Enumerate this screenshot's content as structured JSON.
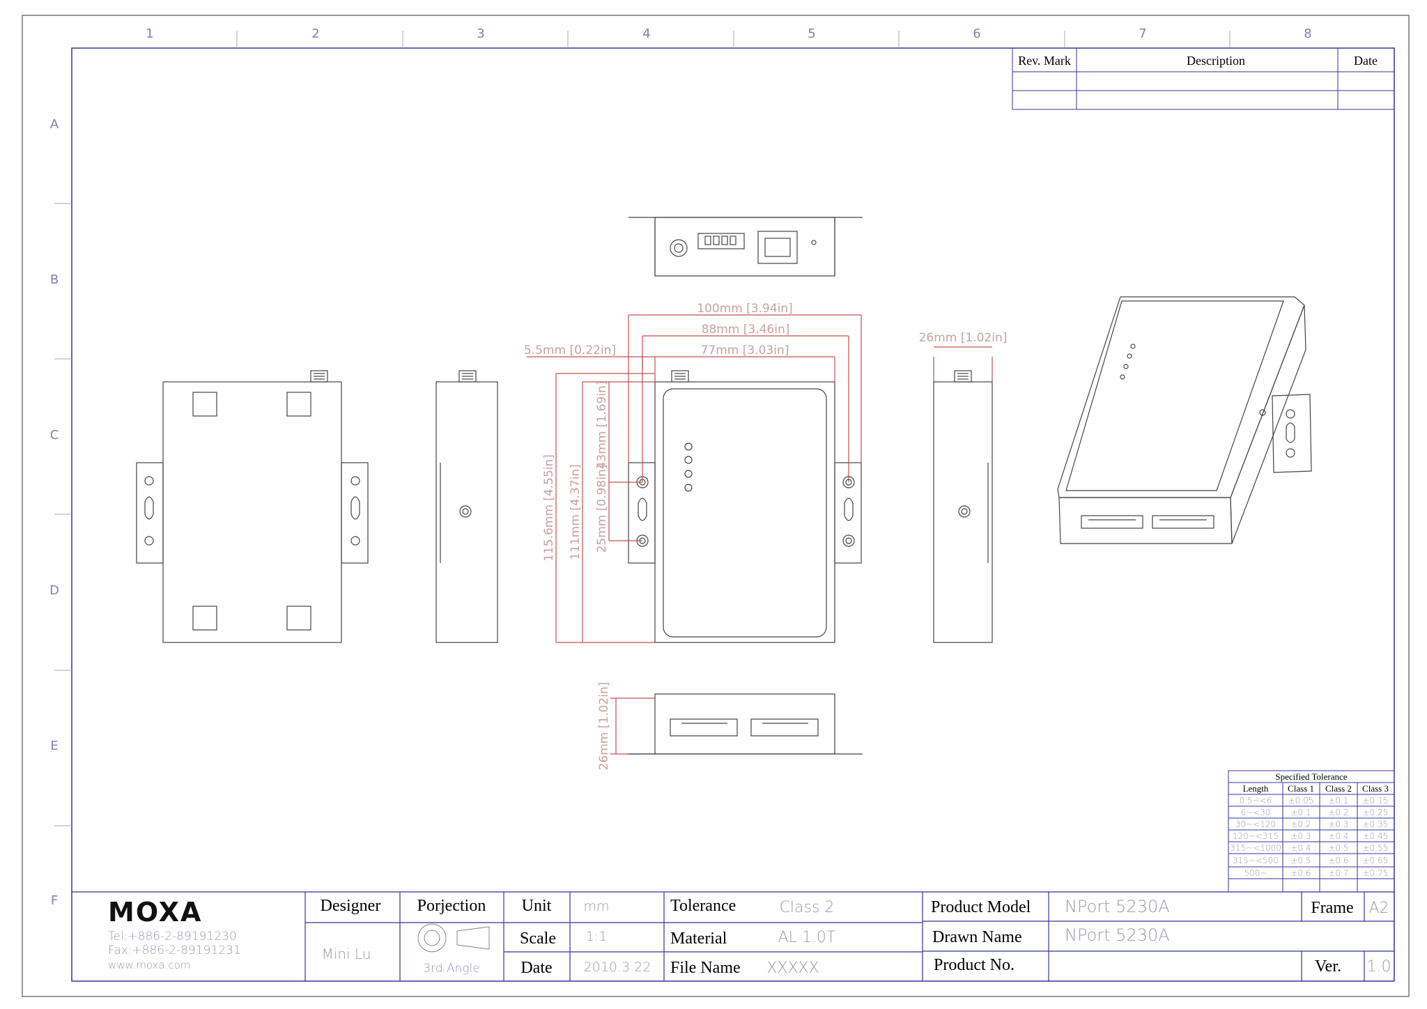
{
  "grid_columns": [
    "1",
    "2",
    "3",
    "4",
    "5",
    "6",
    "7",
    "8"
  ],
  "grid_rows": [
    "A",
    "B",
    "C",
    "D",
    "E",
    "F"
  ],
  "revision_table": {
    "headers": {
      "rev_mark": "Rev. Mark",
      "description": "Description",
      "date": "Date"
    }
  },
  "dimensions": {
    "d_100": "100mm [3.94in]",
    "d_88": "88mm [3.46in]",
    "d_77": "77mm [3.03in]",
    "d_5_5": "5.5mm [0.22in]",
    "d_26_side": "26mm [1.02in]",
    "d_115_6": "115.6mm [4.55in]",
    "d_111": "111mm [4.37in]",
    "d_43": "43mm [1.69in]",
    "d_25": "25mm [0.98in]",
    "d_26_bottom": "26mm [1.02in]"
  },
  "tolerance_table": {
    "title": "Specified Tolerance",
    "headers": [
      "Length",
      "Class 1",
      "Class 2",
      "Class 3"
    ],
    "rows": [
      [
        "0.5~<6",
        "±0.05",
        "±0.1",
        "±0.15"
      ],
      [
        "6~<30",
        "±0.1",
        "±0.2",
        "±0.25"
      ],
      [
        "30~<120",
        "±0.2",
        "±0.3",
        "±0.35"
      ],
      [
        "120~<315",
        "±0.3",
        "±0.4",
        "±0.45"
      ],
      [
        "315~<1000",
        "±0.4",
        "±0.5",
        "±0.55"
      ],
      [
        "315~<500",
        "±0.5",
        "±0.6",
        "±0.65"
      ],
      [
        "500~",
        "±0.6",
        "±0.7",
        "±0.75"
      ]
    ]
  },
  "title_block": {
    "logo": "MOXA",
    "tel": "Tel:+886-2-89191230",
    "fax": "Fax:+886-2-89191231",
    "web": "www.moxa.com",
    "designer_label": "Designer",
    "designer_value": "Mini Lu",
    "projection_label": "Porjection",
    "projection_value": "3rd Angle",
    "unit_label": "Unit",
    "unit_value": "mm",
    "scale_label": "Scale",
    "scale_value": "1:1",
    "date_label": "Date",
    "date_value": "2010.3.22",
    "tolerance_label": "Tolerance",
    "tolerance_value": "Class 2",
    "material_label": "Material",
    "material_value": "AL 1.0T",
    "filename_label": "File Name",
    "filename_value": "XXXXX",
    "product_model_label": "Product Model",
    "product_model_value": "NPort 5230A",
    "drawn_name_label": "Drawn Name",
    "drawn_name_value": "NPort 5230A",
    "product_no_label": "Product No.",
    "product_no_value": "",
    "frame_label": "Frame",
    "frame_value": "A2",
    "ver_label": "Ver.",
    "ver_value": "1.0"
  }
}
